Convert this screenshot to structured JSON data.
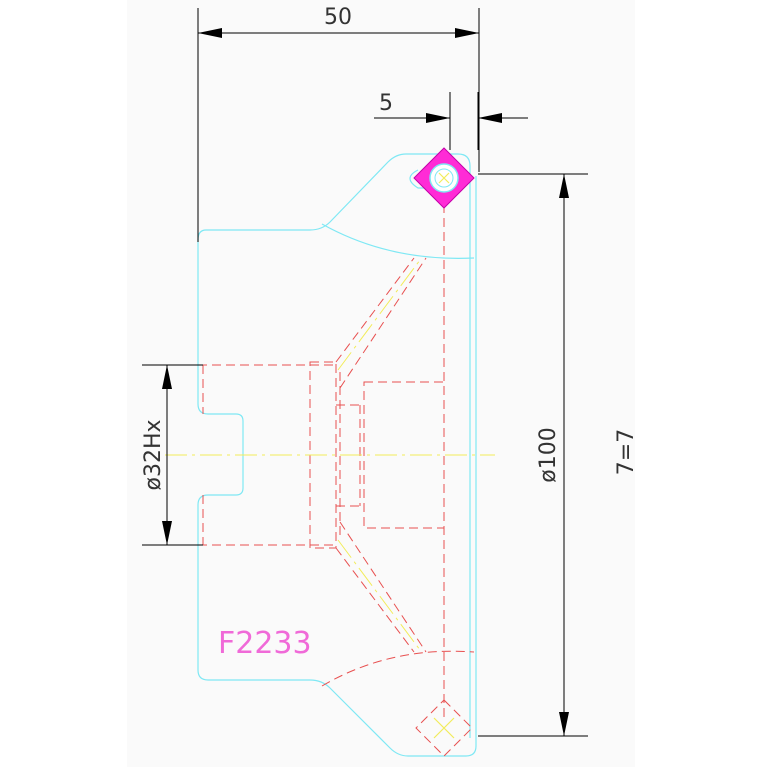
{
  "colors": {
    "background": "#ffffff",
    "backdrop": "#fafafa",
    "dimension": "#000000",
    "text": "#333333",
    "outline": "#7fe8f4",
    "hidden_line": "#e85050",
    "center_line": "#f2ec5a",
    "part_number": "#f06ad8",
    "marker_fill": "#ff2bd6"
  },
  "dimensions": {
    "width_top": "50",
    "offset_small": "5",
    "diameter_outer": "ø100",
    "bore": "ø32Hx",
    "ratio": "7=7"
  },
  "part_number": "F2233",
  "icons": {
    "marker_top": "pin-square-marker-icon",
    "marker_bottom": "pin-square-marker-outline-icon"
  }
}
